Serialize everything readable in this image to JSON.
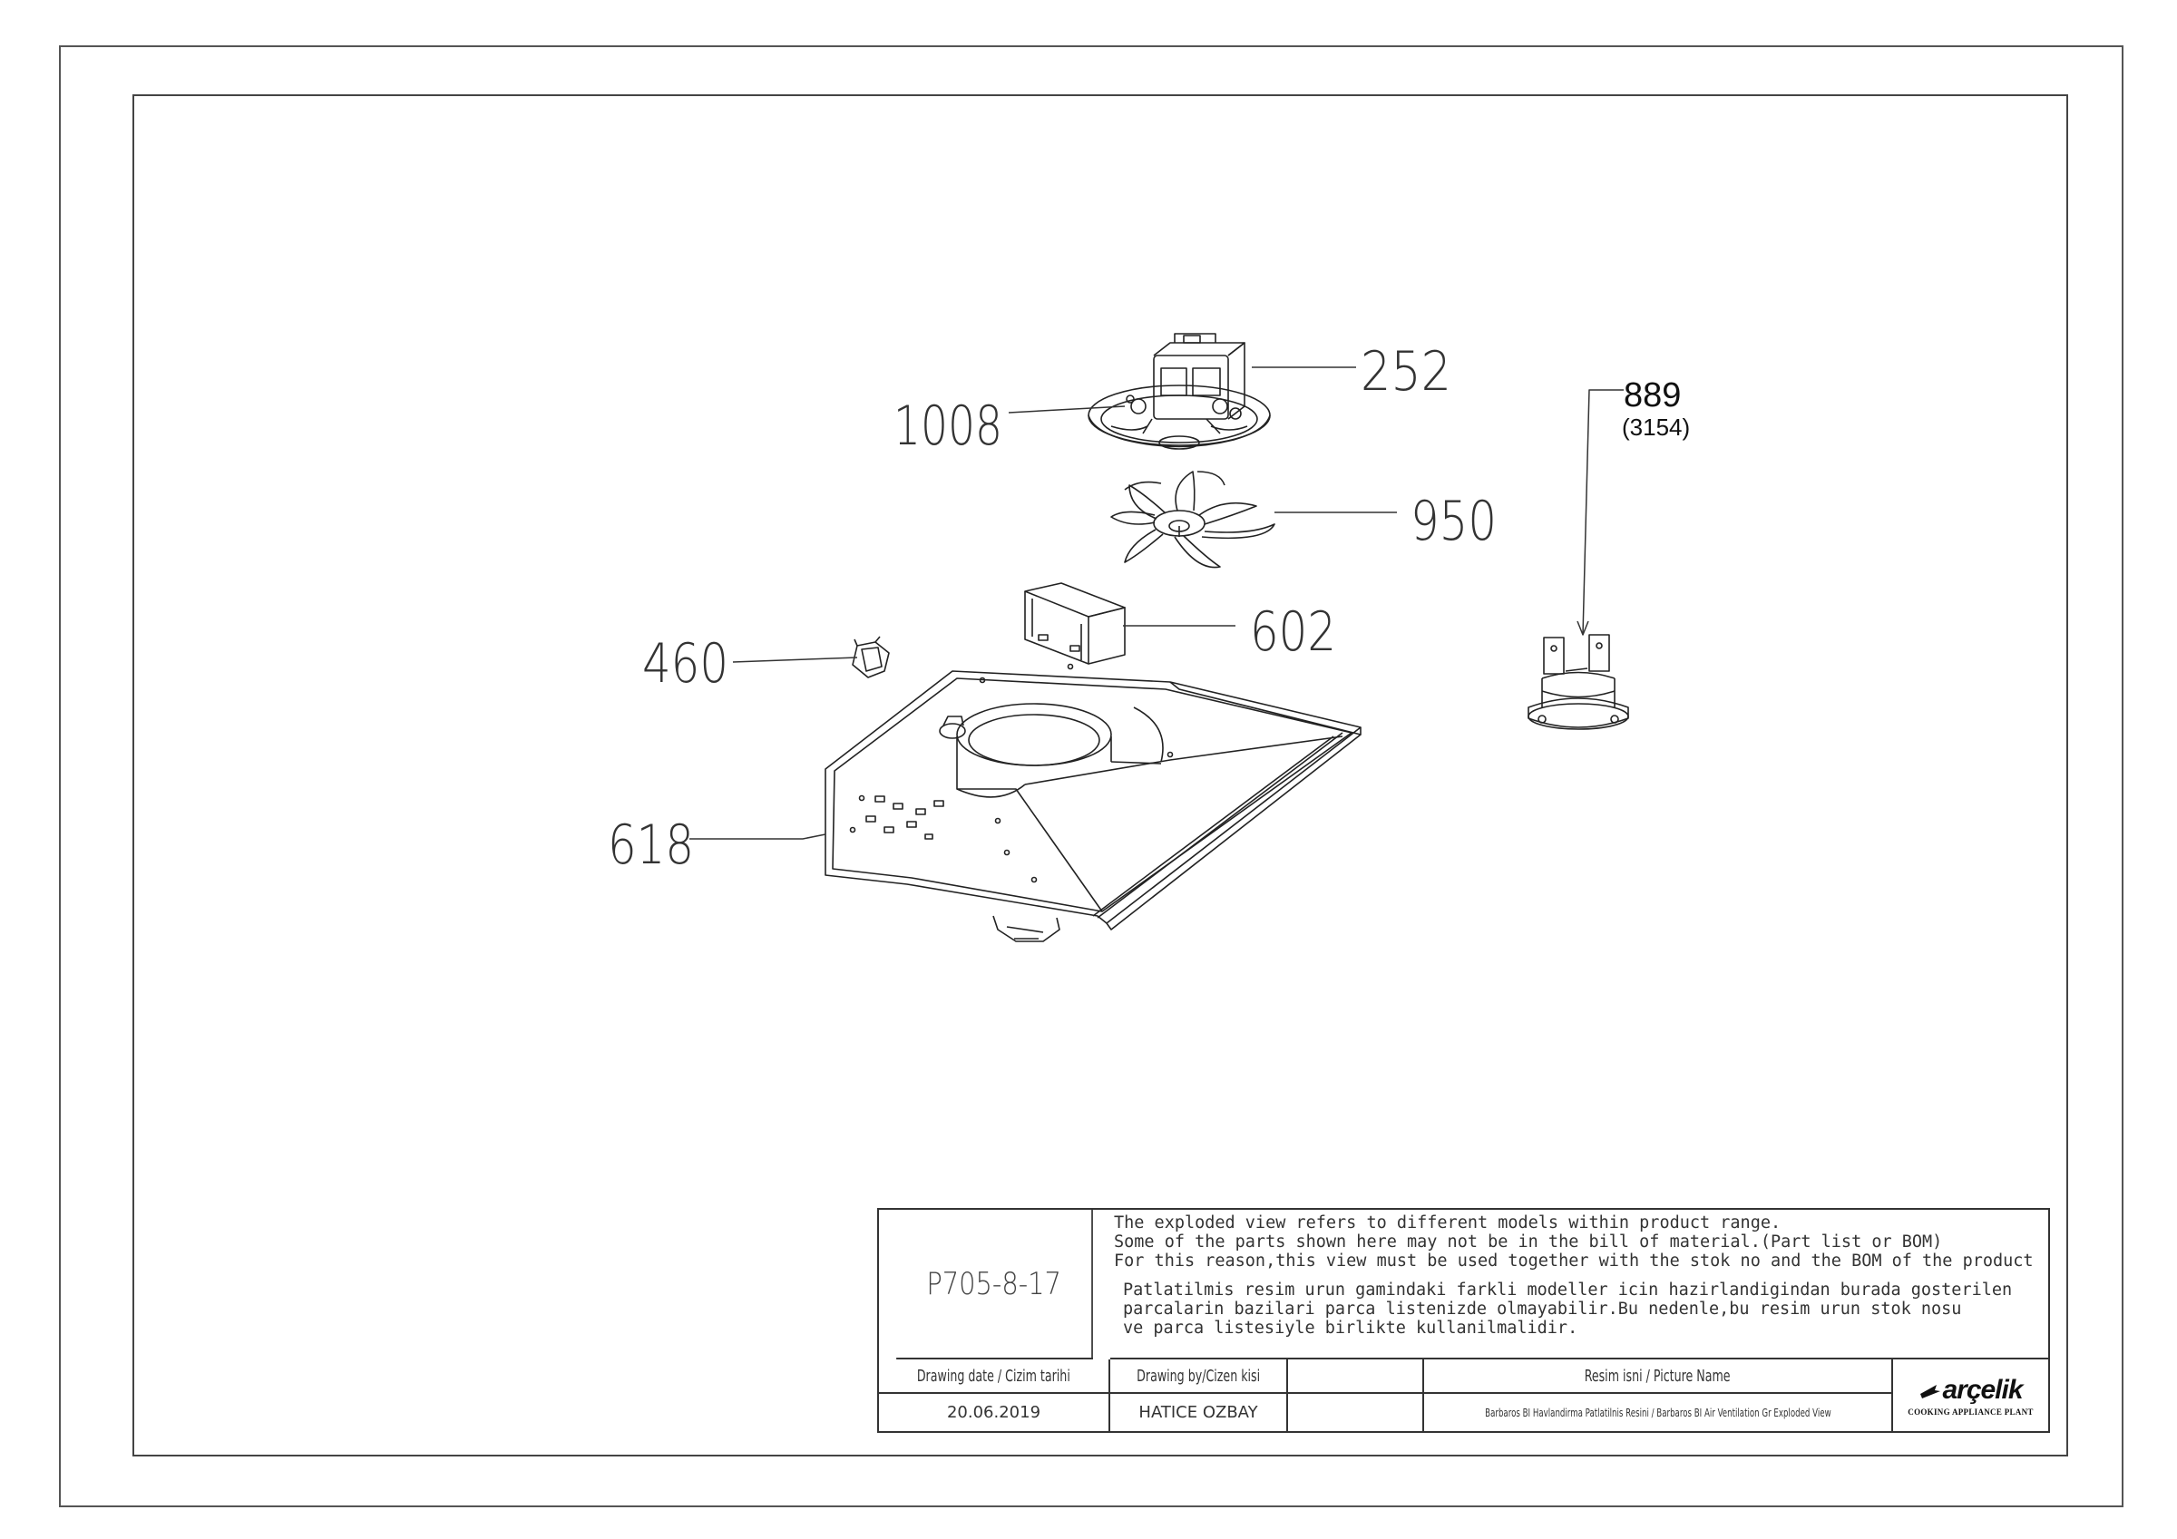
{
  "callouts": [
    {
      "id": "252",
      "label": "252"
    },
    {
      "id": "1008",
      "label": "1008"
    },
    {
      "id": "950",
      "label": "950"
    },
    {
      "id": "602",
      "label": "602"
    },
    {
      "id": "460",
      "label": "460"
    },
    {
      "id": "618",
      "label": "618"
    },
    {
      "id": "889",
      "label": "889",
      "sublabel": "(3154)"
    }
  ],
  "title_block": {
    "drawing_code": "P705-8-17",
    "notes_en": [
      "The exploded view refers to different models within product range.",
      "Some of the parts shown here may not be in the bill of material.(Part list or BOM)",
      "For this reason,this view must be used together with the stok no and the BOM of the product"
    ],
    "notes_tr": [
      "Patlatilmis resim urun gamindaki farkli modeller icin hazirlandigindan burada gosterilen",
      "parcalarin bazilari parca listenizde olmayabilir.Bu nedenle,bu resim urun stok nosu",
      "ve parca listesiyle birlikte kullanilmalidir."
    ],
    "date_header": "Drawing date / Cizim tarihi",
    "date_value": "20.06.2019",
    "author_header": "Drawing by/Cizen kisi",
    "author_value": "HATICE OZBAY",
    "picture_header": "Resim isni / Picture Name",
    "picture_value": "Barbaros BI Havlandirma Patlatilnis Resini / Barbaros BI Air Ventilation Gr Exploded View",
    "logo_word": "arçelik",
    "logo_sub": "COOKING APPLIANCE PLANT"
  }
}
